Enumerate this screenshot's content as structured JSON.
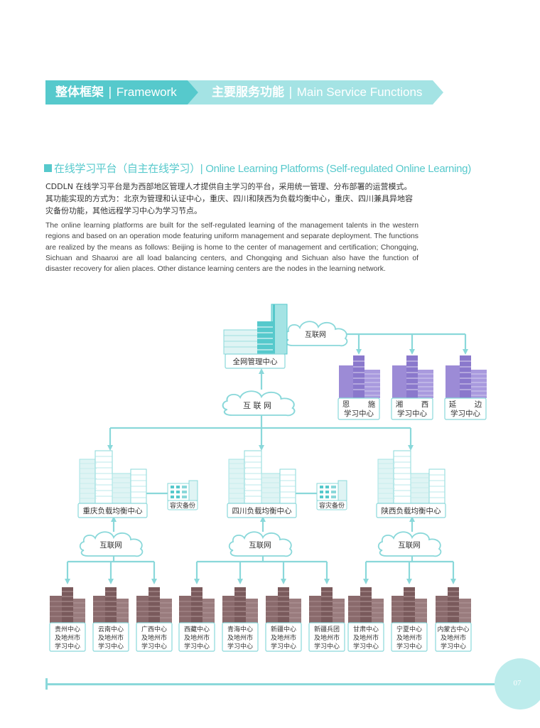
{
  "banner": {
    "tab1_cn": "整体框架",
    "tab1_sep": "|",
    "tab1_en": "Framework",
    "tab2_cn": "主要服务功能",
    "tab2_sep": "|",
    "tab2_en": "Main Service Functions"
  },
  "section": {
    "title": "在线学习平台（自主在线学习）| Online Learning Platforms (Self-regulated Online Learning)"
  },
  "body": {
    "paragraph_cn": "CDDLN 在线学习平台是为西部地区管理人才提供自主学习的平台，采用统一管理、分布部署的运营模式。其功能实现的方式为：北京为管理和认证中心，重庆、四川和陕西为负载均衡中心，重庆、四川兼具异地容灾备份功能，其他远程学习中心为学习节点。",
    "paragraph_en": "The online learning platforms are built for the self-regulated learning of the management talents in the western regions and based on an operation mode featuring uniform management and separate deployment. The functions are realized by the means as follows: Beijing is home to the center of management and certification; Chongqing, Sichuan and Shaanxi are all load balancing centers, and Chongqing and Sichuan also have the function of disaster recovery for alien places. Other distance learning centers are the nodes in the learning network."
  },
  "diagram": {
    "top_cloud": "互联网",
    "main_center": "全网管理中心",
    "middle_cloud": "互 联 网",
    "purple_centers": [
      {
        "line1a": "恩",
        "line1b": "施",
        "line2": "学习中心"
      },
      {
        "line1a": "湘",
        "line1b": "西",
        "line2": "学习中心"
      },
      {
        "line1a": "延",
        "line1b": "边",
        "line2": "学习中心"
      }
    ],
    "balance_centers": [
      "重庆负载均衡中心",
      "四川负载均衡中心",
      "陕西负载均衡中心"
    ],
    "backup": [
      "容灾备份",
      "容灾备份"
    ],
    "lower_clouds": [
      "互联网",
      "互联网",
      "互联网"
    ],
    "learning_centers": [
      {
        "l1": "贵州中心",
        "l2": "及地州市",
        "l3": "学习中心"
      },
      {
        "l1": "云南中心",
        "l2": "及地州市",
        "l3": "学习中心"
      },
      {
        "l1": "广西中心",
        "l2": "及地州市",
        "l3": "学习中心"
      },
      {
        "l1": "西藏中心",
        "l2": "及地州市",
        "l3": "学习中心"
      },
      {
        "l1": "青海中心",
        "l2": "及地州市",
        "l3": "学习中心"
      },
      {
        "l1": "新疆中心",
        "l2": "及地州市",
        "l3": "学习中心"
      },
      {
        "l1": "新疆兵团",
        "l2": "及地州市",
        "l3": "学习中心"
      },
      {
        "l1": "甘肃中心",
        "l2": "及地州市",
        "l3": "学习中心"
      },
      {
        "l1": "宁夏中心",
        "l2": "及地州市",
        "l3": "学习中心"
      },
      {
        "l1": "内蒙古中心",
        "l2": "及地州市",
        "l3": "学习中心"
      }
    ]
  },
  "footer": {
    "page_number": "07"
  },
  "colors": {
    "teal_dark": "#56c9cc",
    "teal_light": "#a4e3e4",
    "line": "#8ad8da",
    "purple": "#9c8bd6",
    "brown": "#8a6a6c"
  }
}
